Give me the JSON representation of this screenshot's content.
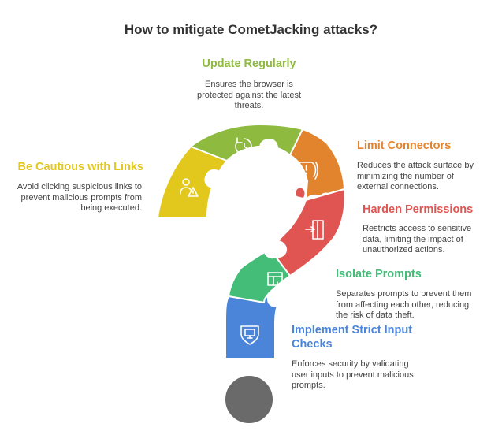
{
  "title": "How to mitigate CometJacking attacks?",
  "colors": {
    "update": "#8DBA3F",
    "cautious": "#E2C71D",
    "limit": "#E2842E",
    "harden": "#E05551",
    "isolate": "#44BD78",
    "implement": "#4A85DA",
    "dot": "#6A6A6A"
  },
  "items": [
    {
      "key": "update",
      "label": "Update Regularly",
      "desc": "Ensures the browser is protected against the latest threats.",
      "icon": "refresh-icon"
    },
    {
      "key": "cautious",
      "label": "Be Cautious with Links",
      "desc": "Avoid clicking suspicious links to prevent malicious prompts from being executed.",
      "icon": "user-warning-icon"
    },
    {
      "key": "limit",
      "label": "Limit Connectors",
      "desc": "Reduces the attack surface by minimizing the number of external connections.",
      "icon": "gauge-alert-icon"
    },
    {
      "key": "harden",
      "label": "Harden Permissions",
      "desc": "Restricts access to sensitive data, limiting the impact of unauthorized actions.",
      "icon": "door-exit-icon"
    },
    {
      "key": "isolate",
      "label": "Isolate Prompts",
      "desc": "Separates prompts to prevent them from affecting each other, reducing the risk of data theft.",
      "icon": "layout-hand-icon"
    },
    {
      "key": "implement",
      "label": "Implement Strict Input Checks",
      "desc": "Enforces security by validating user inputs to prevent malicious prompts.",
      "icon": "monitor-shield-icon"
    }
  ]
}
